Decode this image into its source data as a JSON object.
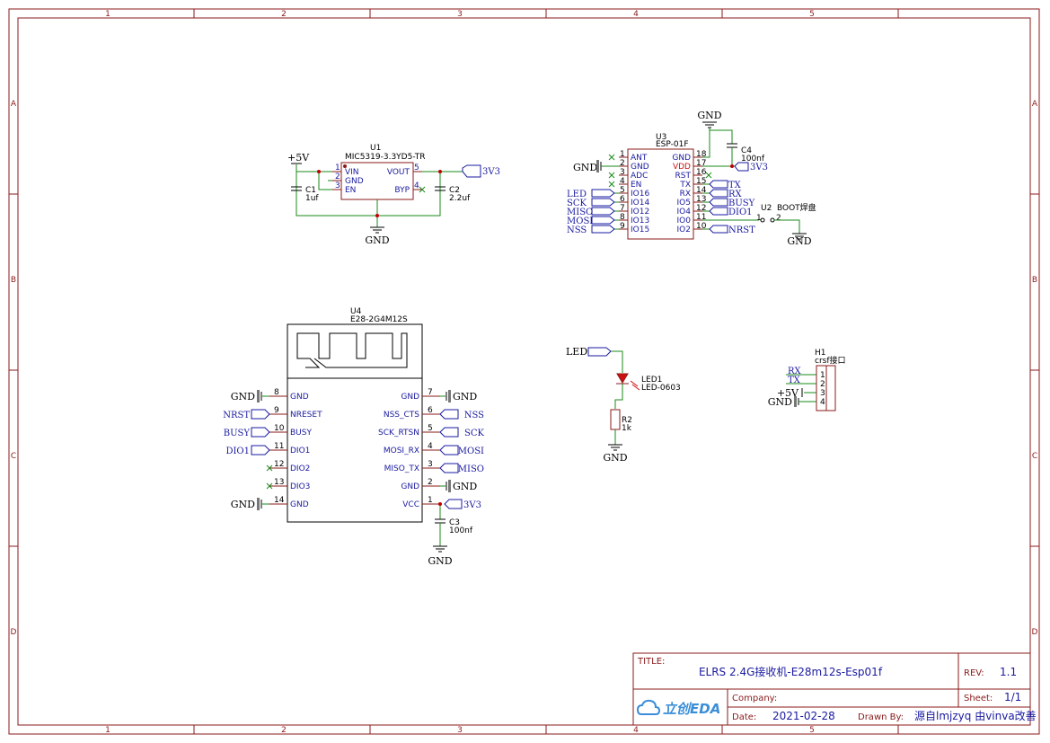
{
  "frame": {
    "col_labels": [
      "1",
      "2",
      "3",
      "4",
      "5"
    ],
    "row_labels": [
      "A",
      "B",
      "C",
      "D"
    ]
  },
  "title_block": {
    "title_label": "TITLE:",
    "title": "ELRS 2.4G接收机-E28m12s-Esp01f",
    "rev_label": "REV:",
    "rev": "1.1",
    "company_label": "Company:",
    "company": "",
    "sheet_label": "Sheet:",
    "sheet": "1/1",
    "date_label": "Date:",
    "date": "2021-02-28",
    "drawn_label": "Drawn By:",
    "drawn_by": "源自lmjzyq 由vinva改善",
    "logo_text": "立创EDA"
  },
  "u1": {
    "ref": "U1",
    "part": "MIC5319-3.3YD5-TR",
    "pins_left": [
      {
        "num": "1",
        "name": "VIN"
      },
      {
        "num": "2",
        "name": "GND"
      },
      {
        "num": "3",
        "name": "EN"
      }
    ],
    "pins_right": [
      {
        "num": "5",
        "name": "VOUT"
      },
      {
        "num": "4",
        "name": "BYP"
      }
    ],
    "c1_ref": "C1",
    "c1_val": "1uf",
    "c2_ref": "C2",
    "c2_val": "2.2uf",
    "vin_net": "+5V",
    "vout_net": "3V3",
    "gnd_net": "GND"
  },
  "u3": {
    "ref": "U3",
    "part": "ESP-01F",
    "pins_left": [
      {
        "num": "1",
        "name": "ANT"
      },
      {
        "num": "2",
        "name": "GND"
      },
      {
        "num": "3",
        "name": "ADC"
      },
      {
        "num": "4",
        "name": "EN"
      },
      {
        "num": "5",
        "name": "IO16"
      },
      {
        "num": "6",
        "name": "IO14"
      },
      {
        "num": "7",
        "name": "IO12"
      },
      {
        "num": "8",
        "name": "IO13"
      },
      {
        "num": "9",
        "name": "IO15"
      }
    ],
    "pins_right": [
      {
        "num": "18",
        "name": "GND"
      },
      {
        "num": "17",
        "name": "VDD"
      },
      {
        "num": "16",
        "name": "RST"
      },
      {
        "num": "15",
        "name": "TX"
      },
      {
        "num": "14",
        "name": "RX"
      },
      {
        "num": "13",
        "name": "IO5"
      },
      {
        "num": "12",
        "name": "IO4"
      },
      {
        "num": "11",
        "name": "IO0"
      },
      {
        "num": "10",
        "name": "IO2"
      }
    ],
    "left_nets": [
      "LED",
      "SCK",
      "MISO",
      "MOSI",
      "NSS"
    ],
    "right_nets": [
      "TX",
      "RX",
      "BUSY",
      "DIO1"
    ],
    "io2_net": "NRST",
    "gnd_left": "GND",
    "gnd_top": "GND",
    "c4_ref": "C4",
    "c4_val": "100nf",
    "vdd_net": "3V3"
  },
  "u2": {
    "ref": "U2",
    "part": "BOOT焊盘",
    "pin1": "1",
    "pin2": "2",
    "gnd": "GND"
  },
  "u4": {
    "ref": "U4",
    "part": "E28-2G4M12S",
    "pins_left": [
      {
        "num": "8",
        "name": "GND",
        "net": "GND"
      },
      {
        "num": "9",
        "name": "NRESET",
        "net": "NRST"
      },
      {
        "num": "10",
        "name": "BUSY",
        "net": "BUSY"
      },
      {
        "num": "11",
        "name": "DIO1",
        "net": "DIO1"
      },
      {
        "num": "12",
        "name": "DIO2",
        "net": ""
      },
      {
        "num": "13",
        "name": "DIO3",
        "net": ""
      },
      {
        "num": "14",
        "name": "GND",
        "net": "GND"
      }
    ],
    "pins_right": [
      {
        "num": "7",
        "name": "GND",
        "net": "GND"
      },
      {
        "num": "6",
        "name": "NSS_CTS",
        "net": "NSS"
      },
      {
        "num": "5",
        "name": "SCK_RTSN",
        "net": "SCK"
      },
      {
        "num": "4",
        "name": "MOSI_RX",
        "net": "MOSI"
      },
      {
        "num": "3",
        "name": "MISO_TX",
        "net": "MISO"
      },
      {
        "num": "2",
        "name": "GND",
        "net": "GND"
      },
      {
        "num": "1",
        "name": "VCC",
        "net": "3V3"
      }
    ],
    "c3_ref": "C3",
    "c3_val": "100nf",
    "c3_gnd": "GND"
  },
  "led": {
    "net": "LED",
    "ref": "LED1",
    "part": "LED-0603",
    "r_ref": "R2",
    "r_val": "1k",
    "gnd": "GND"
  },
  "h1": {
    "ref": "H1",
    "part": "crsf接口",
    "pins": [
      {
        "num": "1",
        "net": "RX"
      },
      {
        "num": "2",
        "net": "TX"
      },
      {
        "num": "3",
        "net": "+5V"
      },
      {
        "num": "4",
        "net": "GND"
      }
    ]
  },
  "colors": {
    "frame": "#8b1a1a",
    "wire": "#1a8a1a",
    "net": "#1a1aa0",
    "junction": "#c00000"
  }
}
